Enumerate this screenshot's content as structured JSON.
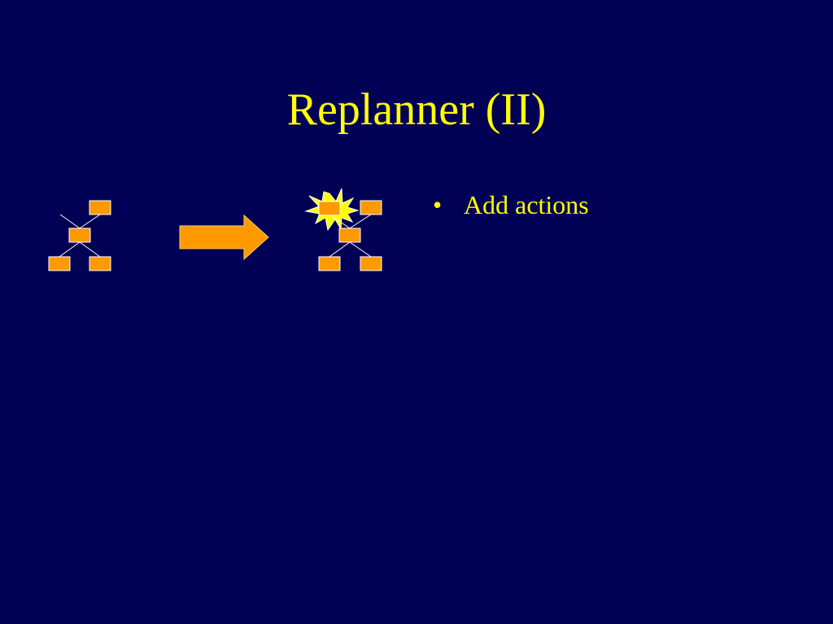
{
  "slide": {
    "title": "Replanner (II)",
    "bullets": [
      {
        "marker": "•",
        "text": "Add actions"
      }
    ]
  },
  "colors": {
    "background": "#000055",
    "text": "#ffff00",
    "node_fill": "#ff9900",
    "node_stroke": "#ffffff",
    "arrow_fill": "#ff9900",
    "starburst_fill": "#ffff00"
  },
  "diagram": {
    "left_tree": {
      "nodes": 4
    },
    "arrow": {
      "direction": "right"
    },
    "right_tree": {
      "nodes": 5,
      "added_action_highlight": "starburst-icon"
    }
  }
}
